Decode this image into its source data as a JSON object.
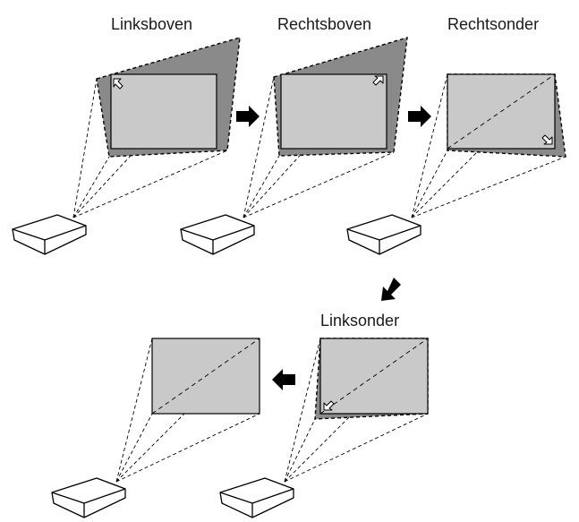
{
  "labels": {
    "step1": "Linksboven",
    "step2": "Rechtsboven",
    "step3": "Rechtsonder",
    "step4": "Linksonder"
  },
  "colors": {
    "keystone_fill": "#8a8a8a",
    "screen_fill": "#c9c9c9",
    "outline": "#000000",
    "background": "#ffffff"
  },
  "icons": {
    "corner_arrow": "hollow-corner-arrow-icon",
    "step_arrow": "solid-step-arrow-icon",
    "projector": "projector-icon"
  }
}
